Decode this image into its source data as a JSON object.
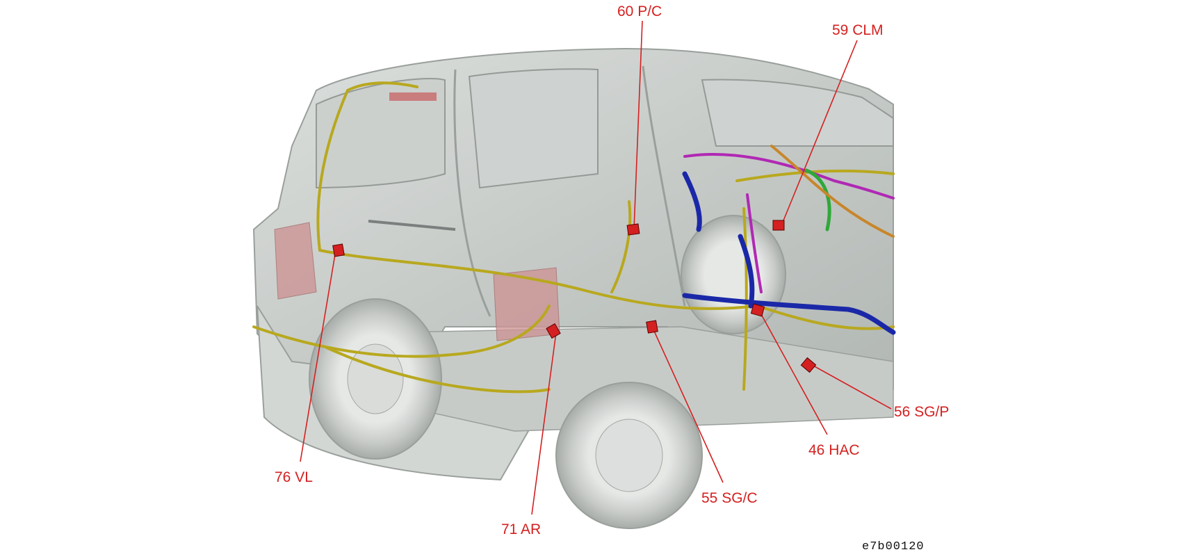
{
  "colors": {
    "callout": "#d42020",
    "harness_yellow": "#b8a81e",
    "harness_blue": "#1a28a8",
    "harness_magenta": "#b028b4",
    "harness_green": "#2fa83a",
    "harness_orange": "#c8862a",
    "body_glass": "#b4bab6",
    "lamp_red": "#c88a8a"
  },
  "figure_code": "e7b00120",
  "callouts": [
    {
      "id": "60",
      "label": "60 P/C"
    },
    {
      "id": "59",
      "label": "59 CLM"
    },
    {
      "id": "76",
      "label": "76 VL"
    },
    {
      "id": "71",
      "label": "71 AR"
    },
    {
      "id": "55",
      "label": "55 SG/C"
    },
    {
      "id": "46",
      "label": "46 HAC"
    },
    {
      "id": "56",
      "label": "56 SG/P"
    }
  ]
}
